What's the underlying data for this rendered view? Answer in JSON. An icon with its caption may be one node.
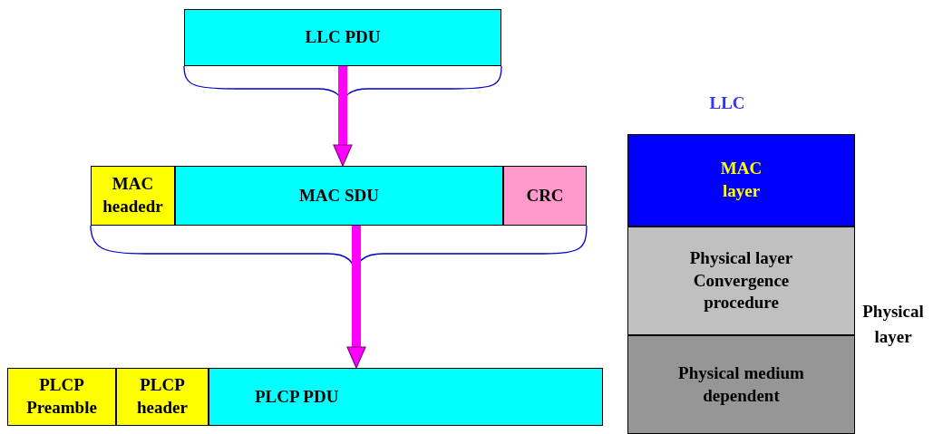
{
  "diagram": {
    "nodes": [
      {
        "text": [
          "LLC PDU"
        ]
      },
      {
        "text": [
          "MAC headedr"
        ]
      },
      {
        "text": [
          "MAC SDU"
        ]
      },
      {
        "text": [
          "CRC"
        ]
      },
      {
        "text": [
          "PLCP Preamble"
        ]
      },
      {
        "text": [
          "PLCP header"
        ]
      },
      {
        "text": [
          "PLCP PDU"
        ]
      },
      {
        "text": [
          "MAC layer"
        ]
      },
      {
        "text": [
          "Physical layer Convergence procedure"
        ]
      },
      {
        "text": [
          "Physical medium dependent"
        ]
      }
    ],
    "edges": [
      {
        "from": 0,
        "to": 2,
        "arrow": "to"
      },
      {
        "from": 2,
        "to": 6,
        "arrow": "to"
      }
    ],
    "labels": [
      "LLC",
      "Physical layer"
    ]
  }
}
